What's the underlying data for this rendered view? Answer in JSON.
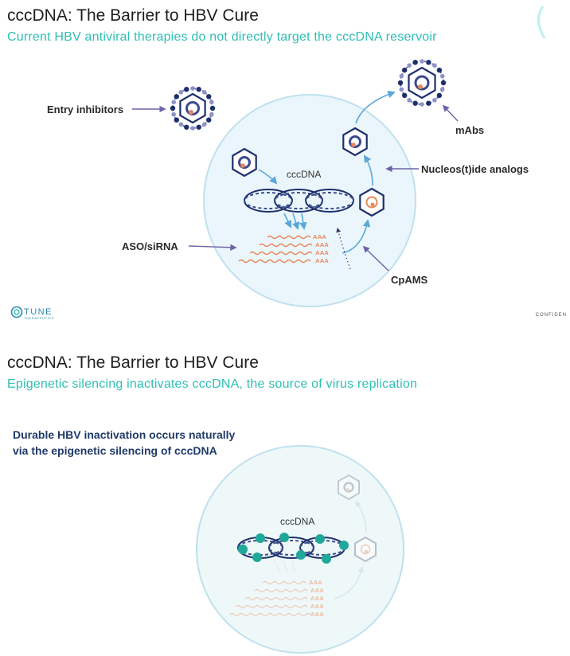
{
  "slide1": {
    "title": "cccDNA: The Barrier to HBV Cure",
    "subtitle": "Current HBV antiviral therapies do not directly target the cccDNA reservoir",
    "labels": {
      "entry_inhibitors": "Entry inhibitors",
      "mabs": "mAbs",
      "nucleos": "Nucleos(t)ide analogs",
      "aso": "ASO/siRNA",
      "cpams": "CpAMS",
      "cccdna": "cccDNA"
    },
    "aaa": [
      "AAA",
      "AAA",
      "AAA",
      "AAA"
    ],
    "logo": "TUNE",
    "logo_sub": "THERAPEUTICS",
    "confidential": "CONFIDEN"
  },
  "slide2": {
    "title": "cccDNA: The Barrier to HBV Cure",
    "subtitle": "Epigenetic silencing inactivates cccDNA, the source of virus replication",
    "description": "Durable HBV inactivation occurs naturally via the epigenetic silencing of cccDNA",
    "cccdna": "cccDNA",
    "aaa": [
      "AAA",
      "AAA",
      "AAA",
      "AAA",
      "AAA"
    ]
  },
  "colors": {
    "title": "#1e1e1e",
    "subtitle": "#2ebfb4",
    "cell_fill": "#eaf6fb",
    "cell_stroke": "#bfe1ee",
    "dna": "#1d2f6b",
    "arrow_blue": "#5aa7d8",
    "arrow_label": "#7b6fb0",
    "rna": "#e8875a",
    "methyl": "#1fa89a"
  }
}
